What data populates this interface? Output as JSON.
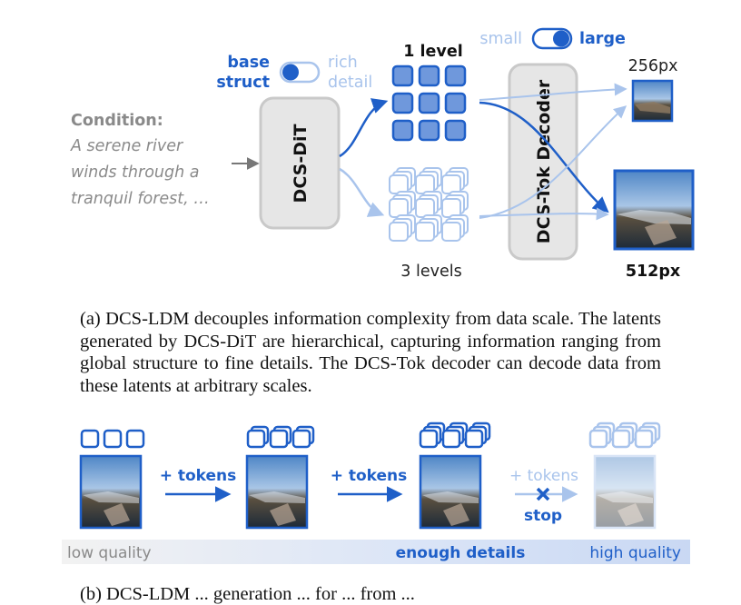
{
  "figure_a": {
    "condition_label": "Condition:",
    "condition_lines": [
      "A serene river",
      "winds through a",
      "tranquil forest, …"
    ],
    "model_label": "DCS-DiT",
    "toggle_left_label": [
      "base",
      "struct"
    ],
    "toggle_right_label": [
      "rich",
      "detail"
    ],
    "level_1_label": "1 level",
    "level_3_label": "3 levels",
    "size_toggle_small": "small",
    "size_toggle_large": "large",
    "decoder_label": "DCS-Tok Decoder",
    "out_small_label": "256px",
    "out_large_label": "512px"
  },
  "caption_a": "(a) DCS-LDM decouples information complexity from data scale. The latents generated by DCS-DiT are hierarchical, capturing information ranging from global structure to fine details. The DCS-Tok decoder can decode data from these latents at arbitrary scales.",
  "figure_b": {
    "arrow_labels": [
      "+ tokens",
      "+ tokens",
      "+ tokens"
    ],
    "stop_label": "stop",
    "quality_low": "low quality",
    "quality_mid": "enough details",
    "quality_high": "high quality"
  },
  "caption_b_partial": "(b) DCS-LDM ... generation ... for ... from ..."
}
